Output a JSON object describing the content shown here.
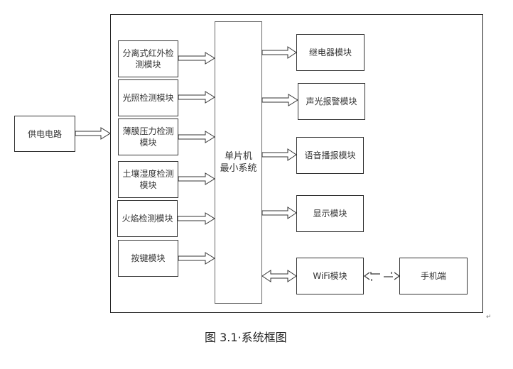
{
  "diagram": {
    "power_supply": "供电电路",
    "mcu": "单片机\n最小系统",
    "inputs": [
      "分离式红外检测模块",
      "光照检测模块",
      "薄膜压力检测模块",
      "土壤湿度检测模块",
      "火焰检测模块",
      "按键模块"
    ],
    "outputs": [
      "继电器模块",
      "声光报警模块",
      "语音播报模块",
      "显示模块",
      "WiFi模块"
    ],
    "phone": "手机端",
    "edges": [
      {
        "from": "供电电路",
        "to": "系统",
        "type": "hollow-arrow"
      },
      {
        "from": "inputs",
        "to": "单片机最小系统",
        "type": "hollow-arrow"
      },
      {
        "from": "单片机最小系统",
        "to": "outputs",
        "type": "hollow-arrow"
      },
      {
        "from": "单片机最小系统",
        "to": "WiFi模块",
        "type": "bidirectional-hollow-arrow"
      },
      {
        "from": "WiFi模块",
        "to": "手机端",
        "type": "dashed-bidirectional-arrow"
      }
    ]
  },
  "caption": "图 3.1·系统框图",
  "paragraph_mark": "↵"
}
